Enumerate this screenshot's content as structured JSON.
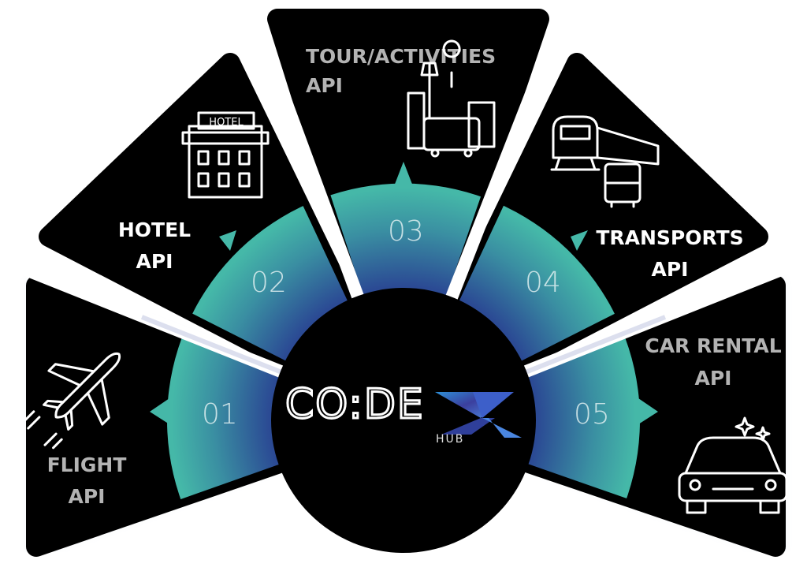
{
  "logo": {
    "text": "CO:DE",
    "x_mark": "X",
    "subtitle": "HUB"
  },
  "segments": [
    {
      "number": "01",
      "title": "FLIGHT",
      "suffix": "API",
      "icon": "airplane-icon",
      "label_color": "#b3b3b3"
    },
    {
      "number": "02",
      "title": "HOTEL",
      "suffix": "API",
      "icon": "hotel-icon",
      "label_color": "#ffffff",
      "icon_sign": "HOTEL"
    },
    {
      "number": "03",
      "title": "TOUR/ACTIVITIES",
      "suffix": "API",
      "icon": "city-tour-icon",
      "label_color": "#b3b3b3"
    },
    {
      "number": "04",
      "title": "TRANSPORTS",
      "suffix": "API",
      "icon": "train-bus-icon",
      "label_color": "#ffffff"
    },
    {
      "number": "05",
      "title": "CAR RENTAL",
      "suffix": "API",
      "icon": "car-icon",
      "label_color": "#b3b3b3"
    }
  ],
  "colors": {
    "panel": "#000000",
    "ring_outer": "#45b8a8",
    "ring_inner": "#2b4a94",
    "logo_x": "#3d5fc9"
  }
}
